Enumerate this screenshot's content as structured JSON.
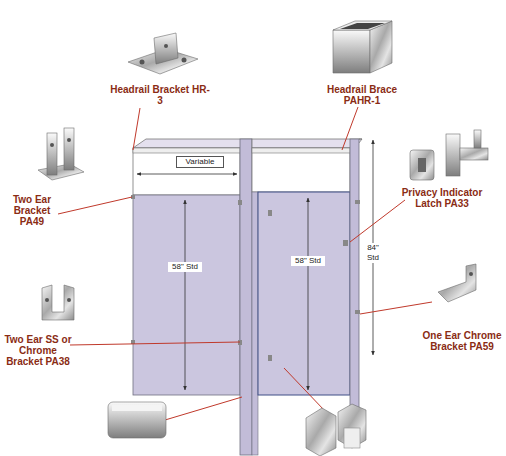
{
  "diagram": {
    "labels": [
      "Headrail Bracket HR-3",
      "Headrail Brace PAHR-1",
      "Two Ear Bracket PA49",
      "Privacy Indicator Latch PA33",
      "Two Ear SS or Chrome Bracket PA38",
      "One Ear Chrome Bracket PA59",
      "Variable",
      "58\" Std",
      "58\" Std",
      "84\" Std"
    ]
  }
}
